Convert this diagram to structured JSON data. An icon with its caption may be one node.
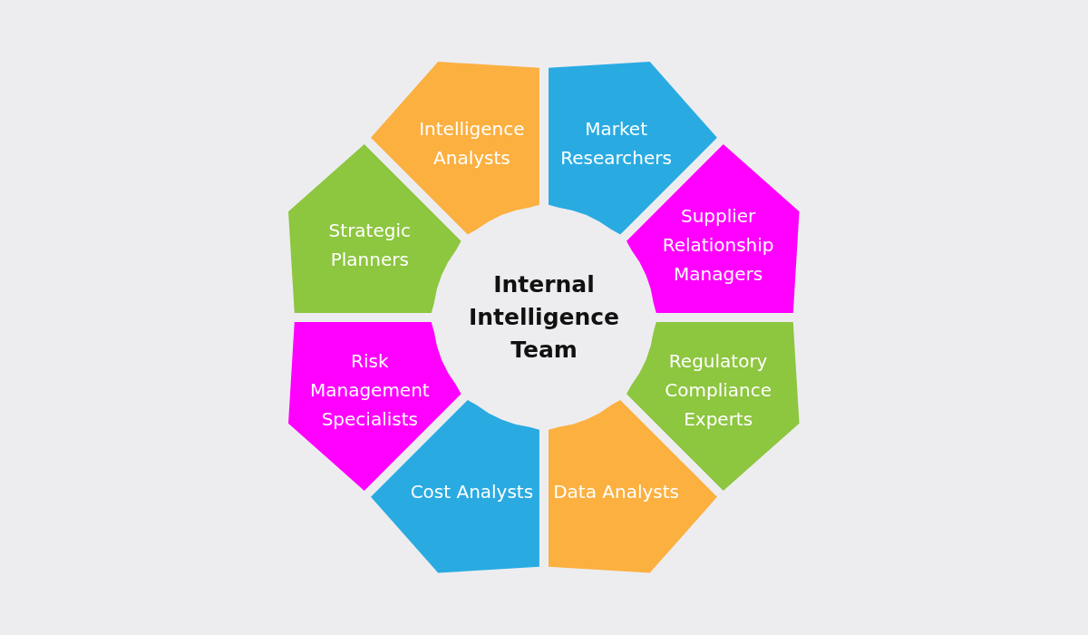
{
  "diagram": {
    "nodes": [
      {
        "text": [
          "Internal Intelligence Team"
        ]
      },
      {
        "text": [
          "Intelligence Analysts"
        ]
      },
      {
        "text": [
          "Market Researchers"
        ]
      },
      {
        "text": [
          "Strategic Planners"
        ]
      },
      {
        "text": [
          "Supplier Relationship Managers"
        ]
      },
      {
        "text": [
          "Risk Management Specialists"
        ]
      },
      {
        "text": [
          "Regulatory Compliance Experts"
        ]
      },
      {
        "text": [
          "Cost Analysts"
        ]
      },
      {
        "text": [
          "Data Analysts"
        ]
      }
    ]
  }
}
